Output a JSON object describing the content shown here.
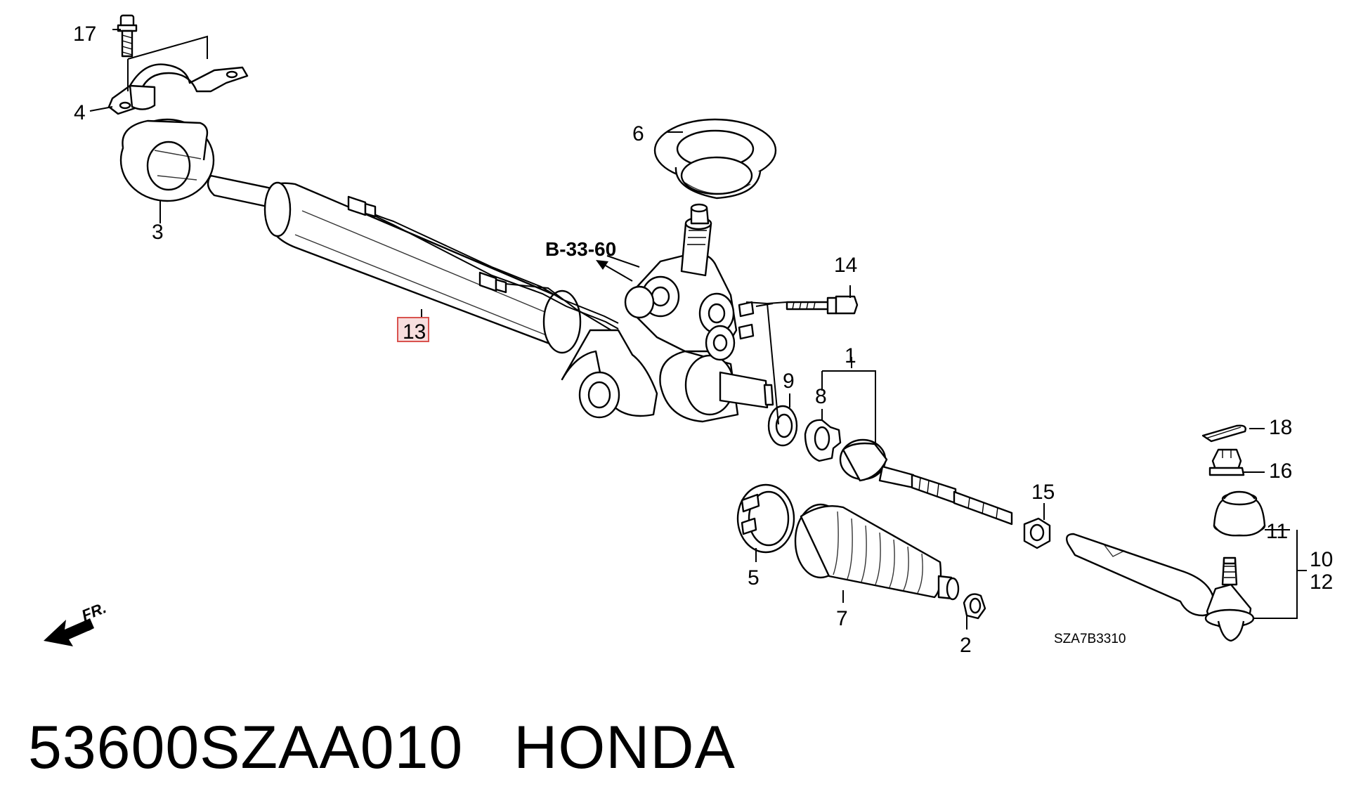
{
  "diagram": {
    "callouts": {
      "c1": "1",
      "c2": "2",
      "c3": "3",
      "c4": "4",
      "c5": "5",
      "c6": "6",
      "c7": "7",
      "c8": "8",
      "c9": "9",
      "c10": "10",
      "c11": "11",
      "c12": "12",
      "c13": "13",
      "c14": "14",
      "c15": "15",
      "c16": "16",
      "c17": "17",
      "c18": "18"
    },
    "highlight_callout": "13",
    "highlight_color": "#d9534f",
    "reference_label": "B-33-60",
    "diagram_code": "SZA7B3310",
    "front_label": "FR."
  },
  "footer": {
    "part_number": "53600SZAA010",
    "brand": "HONDA"
  }
}
